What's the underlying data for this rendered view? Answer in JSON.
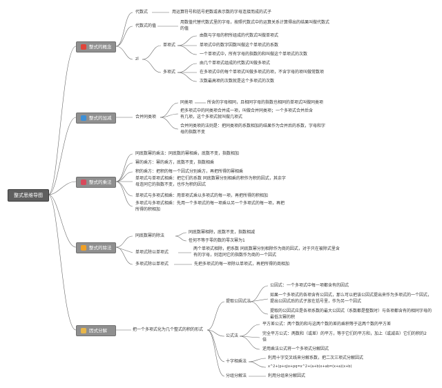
{
  "root": "整式思维导图",
  "branches": [
    {
      "label": "整式的概念",
      "icon": "flame-icon",
      "icon_color": "#e0443a"
    },
    {
      "label": "整式的加减",
      "icon": "bird-icon",
      "icon_color": "#3d8fd6"
    },
    {
      "label": "整式的乘法",
      "icon": "scissors-icon",
      "icon_color": "#d94a5c"
    },
    {
      "label": "整式的除法",
      "icon": "star-icon",
      "icon_color": "#f0a025"
    },
    {
      "label": "因式分解",
      "icon": "book-icon",
      "icon_color": "#e8b64a"
    }
  ],
  "concept": {
    "daishushi": "代数式",
    "daishushi_def": "用运算符号和括号把数或表示数的字母连接而成的式子",
    "daishushi_val": "代数式的值",
    "daishushi_val_def": "用数值代替代数式里的字母，按照代数式中的运算关系计算得出的结果叫做代数式的值",
    "zhengshi": "zl",
    "danxiangshi": "单项式",
    "dan1": "由数与字母的积所组成的代数式叫做单项式",
    "dan2": "单项式中的数字因数叫做这个单项式的系数",
    "dan3": "一个单项式中，所有字母的指数的和叫做这个单项式的次数",
    "duoxiangshi": "多项式",
    "duo1": "由几个单项式组成的代数式叫做多项式",
    "duo2": "在多项式中的每个单项式叫做多项式的项，不含字母的项叫做常数项",
    "duo3": "次数最高项的次数就是这个多项式的次数"
  },
  "addsub": {
    "hebing": "合并同类项",
    "tongleixiang": "同类项",
    "tonglei_def": "所含的字母相同，且相同字母的指数也相同的单项式叫做同类项",
    "hebing_def": "把多项式中的同类项合并成一项，叫做合并同类项；一个多项式合并后含有几项，这个多项式就叫做几项式",
    "hebing_rule": "合并同类项的法则是：把同类项的系数相加的结果作为合并后的系数，字母和字母的指数不变"
  },
  "mul": {
    "m1": "同底数幂的乘法：同底数的幂相乘，底数不变，指数相加",
    "m2": "幂的乘方：幂的乘方，底数不变，指数相乘",
    "m3": "积的乘方：把积的每一个因式分别乘方，再把所得的幂相乘",
    "m4": "单项式与单项式相乘：把它们的系数 同底数幂分别相乘的积作为积的因式，其余字母连同它的指数不变，也作为积的因式",
    "m5": "单项式与多项式相乘：用单项式乘以多项式的每一项，再把所得的积相加",
    "m6": "多项式与多项式相乘：先用一个多项式的每一项乘以另一个多项式的每一项，再把所得的积相加"
  },
  "div": {
    "tongdi": "同底数幂的除法",
    "tongdi1": "同底数幂相除，底数不变，指数相减",
    "tongdi2": "任何不等于零的数的零次幂为1",
    "dan": "单项式除以单项式",
    "dan_def": "两个单项式相除，把系数 同底数幂分别相除作为商的因式，对于只在被除式里含有的字母，则连同它的指数作为商的一个因式",
    "duo": "多项式除以单项式",
    "duo_def": "先把多项式的每一项除以单项式，再把所得的商相加"
  },
  "factor": {
    "main": "把一个多项式化为几个整式的积的形式",
    "tiqu": "提取公因式法",
    "t1": "公因式：一个多项式中每一项都含有的因式",
    "t2": "如果一个多项式的各项含有公因式，那么可以把该公因式提出来作为多项式的一个因式，提出公因式后的式子放在括号里，作为另一个因式",
    "t3": "提取的公因式应是各项系数的最大公因式（系数都是整数时）与各项都含有的相同字母的最低次幂的积",
    "gongshi": "公式法",
    "g1": "平方差公式：两个数的和与这两个数的差的乘积等于这两个数的平方差",
    "g2": "完全平方公式：两数和（或差）的平方，等于它们的平方和，加上（或减去）它们的积的2倍",
    "g3": "逆用乘法公式将一个多项式分解因式",
    "shizi": "十字相乘法",
    "s1": "利用十字交叉线来分解系数，把二次三项式分解因式",
    "s2": "x^2+(p+q)x+pq=x^2+(a+b)x+ab=(x+a)(x+b)",
    "fenzu": "分组分解法",
    "f1": "利用分组来分解因式"
  }
}
